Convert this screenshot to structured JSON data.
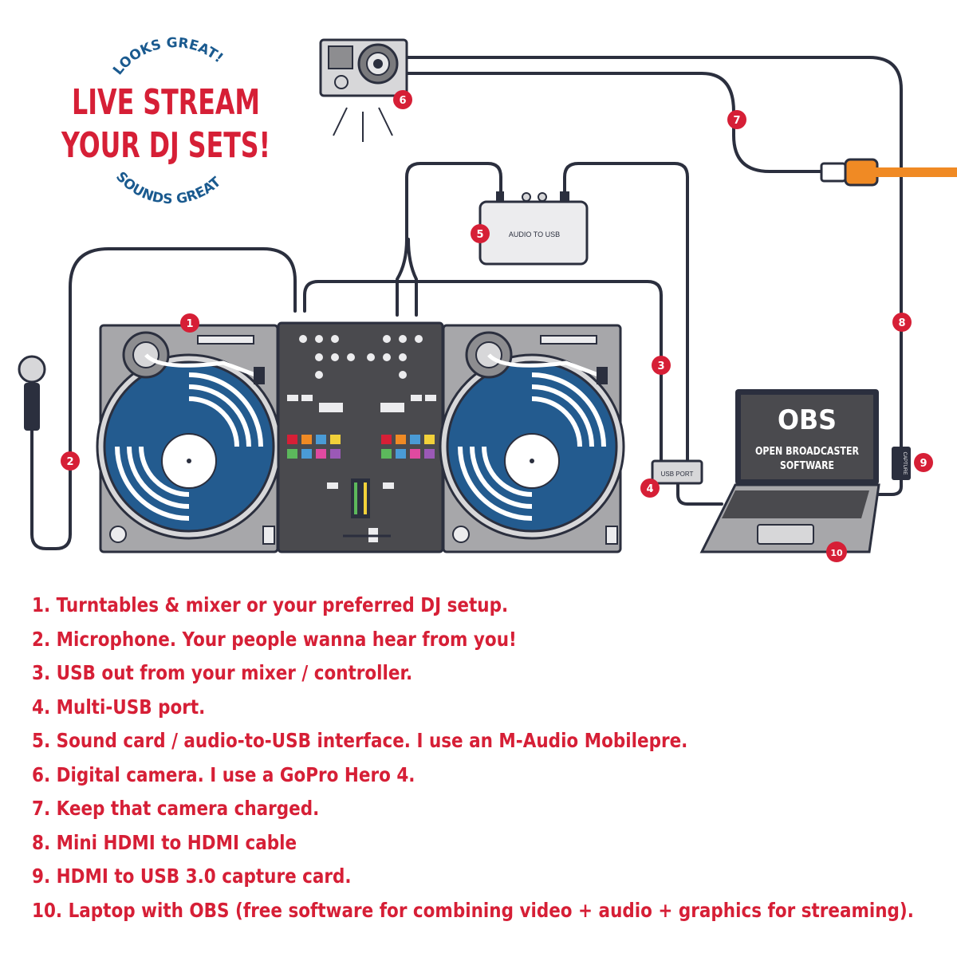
{
  "colors": {
    "red": "#d61f36",
    "blue": "#1a5a8f",
    "navy": "#2b2f3e",
    "cable": "#2b2f3e",
    "deck": "#a7a7aa",
    "platter": "#235b8f",
    "mixer": "#4a4a4e",
    "power_cable": "#f08a24"
  },
  "title": {
    "top_arc": "LOOKS GREAT!",
    "line1": "LIVE STREAM",
    "line2": "YOUR DJ SETS!",
    "bottom_arc": "SOUNDS GREAT!"
  },
  "devices": {
    "audio_interface_label": "AUDIO TO USB",
    "usb_port_label": "USB PORT",
    "capture_label": "CAPTURE",
    "laptop_screen_title": "OBS",
    "laptop_screen_sub1": "OPEN BROADCASTER",
    "laptop_screen_sub2": "SOFTWARE"
  },
  "badges": [
    "1",
    "2",
    "3",
    "4",
    "5",
    "6",
    "7",
    "8",
    "9",
    "10"
  ],
  "legend": [
    "1. Turntables & mixer or your preferred DJ setup.",
    "2. Microphone. Your people wanna hear from you!",
    "3. USB out from your mixer / controller.",
    "4. Multi-USB port.",
    "5. Sound card / audio-to-USB interface. I use an M-Audio Mobilepre.",
    "6. Digital camera. I use a GoPro Hero 4.",
    "7. Keep that camera charged.",
    "8. Mini HDMI to HDMI cable",
    "9. HDMI to USB 3.0 capture card.",
    "10. Laptop with OBS (free software for combining video + audio + graphics for streaming)."
  ]
}
